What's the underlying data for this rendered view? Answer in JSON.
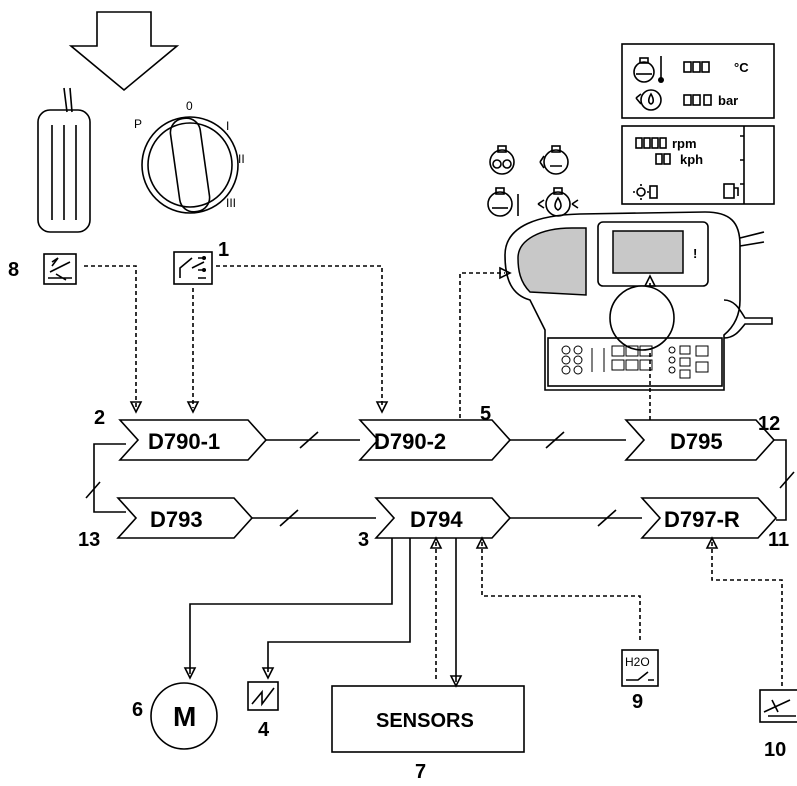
{
  "modules": {
    "d790_1": "D790-1",
    "d790_2": "D790-2",
    "d795": "D795",
    "d793": "D793",
    "d794": "D794",
    "d797r": "D797-R"
  },
  "callouts": {
    "n1": "1",
    "n2": "2",
    "n3": "3",
    "n4": "4",
    "n5": "5",
    "n6": "6",
    "n7": "7",
    "n8": "8",
    "n9": "9",
    "n10": "10",
    "n11": "11",
    "n12": "12",
    "n13": "13"
  },
  "components": {
    "motor_letter": "M",
    "sensors_label": "SENSORS",
    "water_sensor_label": "H2O"
  },
  "key_switch": {
    "pos_p": "P",
    "pos_0": "0",
    "pos_i": "I",
    "pos_ii": "II",
    "pos_iii": "III"
  },
  "display_panel_top": {
    "temp_unit": "°C",
    "pressure_unit": "bar"
  },
  "display_panel_bottom": {
    "rpm_unit": "rpm",
    "kph_unit": "kph"
  },
  "icons": [
    "arrow-down-icon",
    "accelerator-pedal-icon",
    "ignition-switch-icon",
    "engine-temperature-icon",
    "oil-pressure-icon",
    "engine-warning-icons",
    "motor-icon",
    "relay-icon",
    "water-sensor-icon",
    "level-sensor-icon"
  ]
}
